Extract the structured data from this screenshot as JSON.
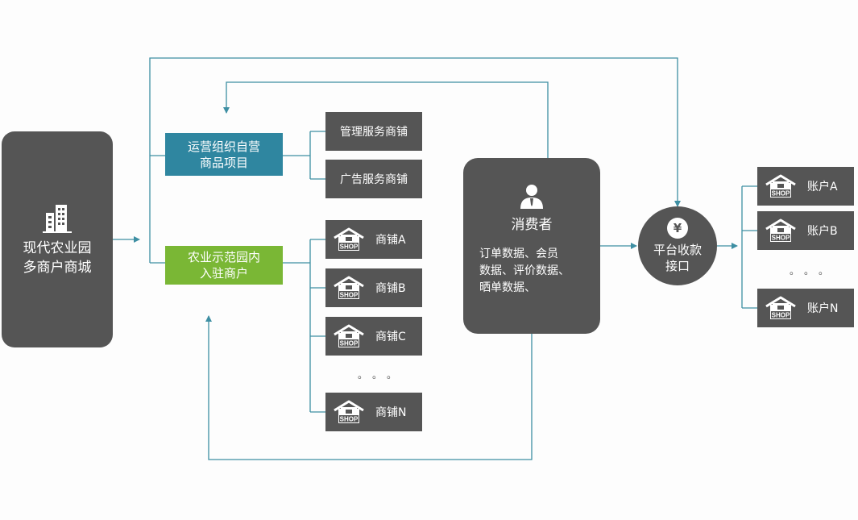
{
  "main": {
    "title_line1": "现代农业园",
    "title_line2": "多商户商城"
  },
  "self_operated": {
    "line1": "运营组织自营",
    "line2": "商品项目"
  },
  "services": [
    {
      "label": "管理服务商铺"
    },
    {
      "label": "广告服务商铺"
    }
  ],
  "merchants_box": {
    "line1": "农业示范园内",
    "line2": "入驻商户"
  },
  "shops": [
    {
      "label": "商铺A"
    },
    {
      "label": "商铺B"
    },
    {
      "label": "商铺C"
    },
    {
      "label": "商铺N"
    }
  ],
  "shops_ellipsis": "。。。",
  "consumer": {
    "title": "消费者",
    "desc_line1": "订单数据、会员",
    "desc_line2": "数据、评价数据、",
    "desc_line3": "晒单数据、"
  },
  "platform": {
    "yen": "¥",
    "line1": "平台收款",
    "line2": "接口"
  },
  "accounts": [
    {
      "label": "账户A"
    },
    {
      "label": "账户B"
    },
    {
      "label": "账户N"
    }
  ],
  "accounts_ellipsis": "。。。",
  "shop_icon_text": "SHOP",
  "colors": {
    "dark": "#555555",
    "blue": "#2f86a0",
    "green": "#7ab735",
    "line": "#3e8fa3"
  }
}
